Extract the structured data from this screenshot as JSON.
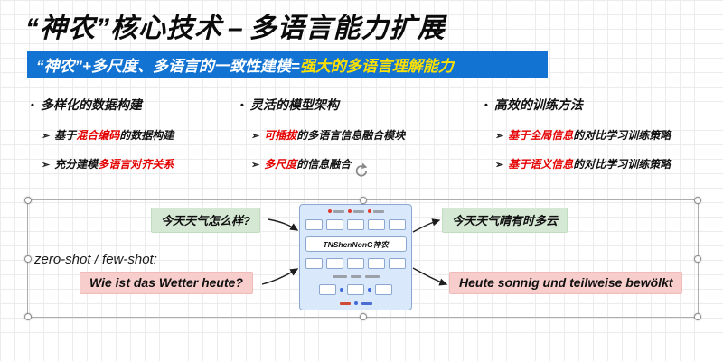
{
  "canvas": {
    "background": "#ffffff",
    "grid_color": "#ececec"
  },
  "title": {
    "part1": "“神农”核心技术",
    "dash": "–",
    "part2": "多语言能力扩展"
  },
  "banner": {
    "white_text": "“神农”+多尺度、多语言的一致性建模=",
    "yellow_text": "强大的多语言理解能力",
    "bg_color": "#1273d2",
    "highlight_color": "#ffe100"
  },
  "bullets": {
    "heading_marker": "•",
    "item_marker": "➢",
    "accent_color": "#e50000",
    "columns": [
      {
        "heading": "多样化的数据构建",
        "items": [
          {
            "pre": "基于",
            "highlight": "混合编码",
            "post": "的数据构建"
          },
          {
            "pre": "充分建模",
            "highlight": "多语言对齐关系",
            "post": ""
          }
        ]
      },
      {
        "heading": "灵活的模型架构",
        "items": [
          {
            "pre": "",
            "highlight": "可插拔",
            "post": "的多语言信息融合模块"
          },
          {
            "pre": "",
            "highlight": "多尺度",
            "post": "的信息融合"
          }
        ]
      },
      {
        "heading": "高效的训练方法",
        "items": [
          {
            "pre": "",
            "highlight": "基于全局信息",
            "post": "的对比学习训练策略"
          },
          {
            "pre": "",
            "highlight": "基于语义信息",
            "post": "的对比学习训练策略"
          }
        ]
      }
    ]
  },
  "figure": {
    "zero_shot_label": "zero-shot / few-shot:",
    "cn_question": "今天天气怎么样?",
    "de_question": "Wie ist das Wetter heute?",
    "cn_answer": "今天天气晴有时多云",
    "de_answer": "Heute sonnig und teilweise bewölkt",
    "model_name": "TNShenNonG神农",
    "green_bubble_bg": "#d5e8d4",
    "pink_bubble_bg": "#f8cecc",
    "model_bg": "#dae8fc",
    "model_border": "#8ba7d0"
  }
}
